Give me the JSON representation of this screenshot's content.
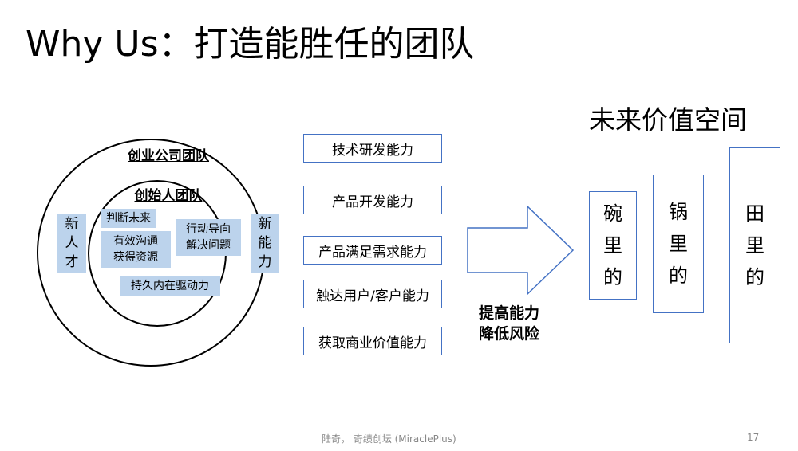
{
  "slide": {
    "title": "Why Us：打造能胜任的团队",
    "footer_text": "陆奇， 奇绩创坛 (MiraclePlus)",
    "page_number": "17"
  },
  "team_diagram": {
    "outer_label": "创业公司团队",
    "inner_label": "创始人团队",
    "left_chip": [
      "新",
      "人",
      "才"
    ],
    "right_chip": [
      "新",
      "能",
      "力"
    ],
    "inner_items": {
      "judgment": "判断未来",
      "resources": [
        "有效沟通",
        "获得资源"
      ],
      "action": [
        "行动导向",
        "解决问题"
      ],
      "drive": "持久内在驱动力"
    }
  },
  "capabilities": [
    "技术研发能力",
    "产品开发能力",
    "产品满足需求能力",
    "触达用户/客户能力",
    "获取商业价值能力"
  ],
  "arrow_caption": [
    "提高能力",
    "降低风险"
  ],
  "value_space": {
    "title": "未来价值空间",
    "boxes": [
      [
        "碗",
        "里",
        "的"
      ],
      [
        "锅",
        "里",
        "的"
      ],
      [
        "田",
        "里",
        "的"
      ]
    ]
  },
  "colors": {
    "chip_fill": "#bcd3ec",
    "box_border": "#4472c4"
  }
}
